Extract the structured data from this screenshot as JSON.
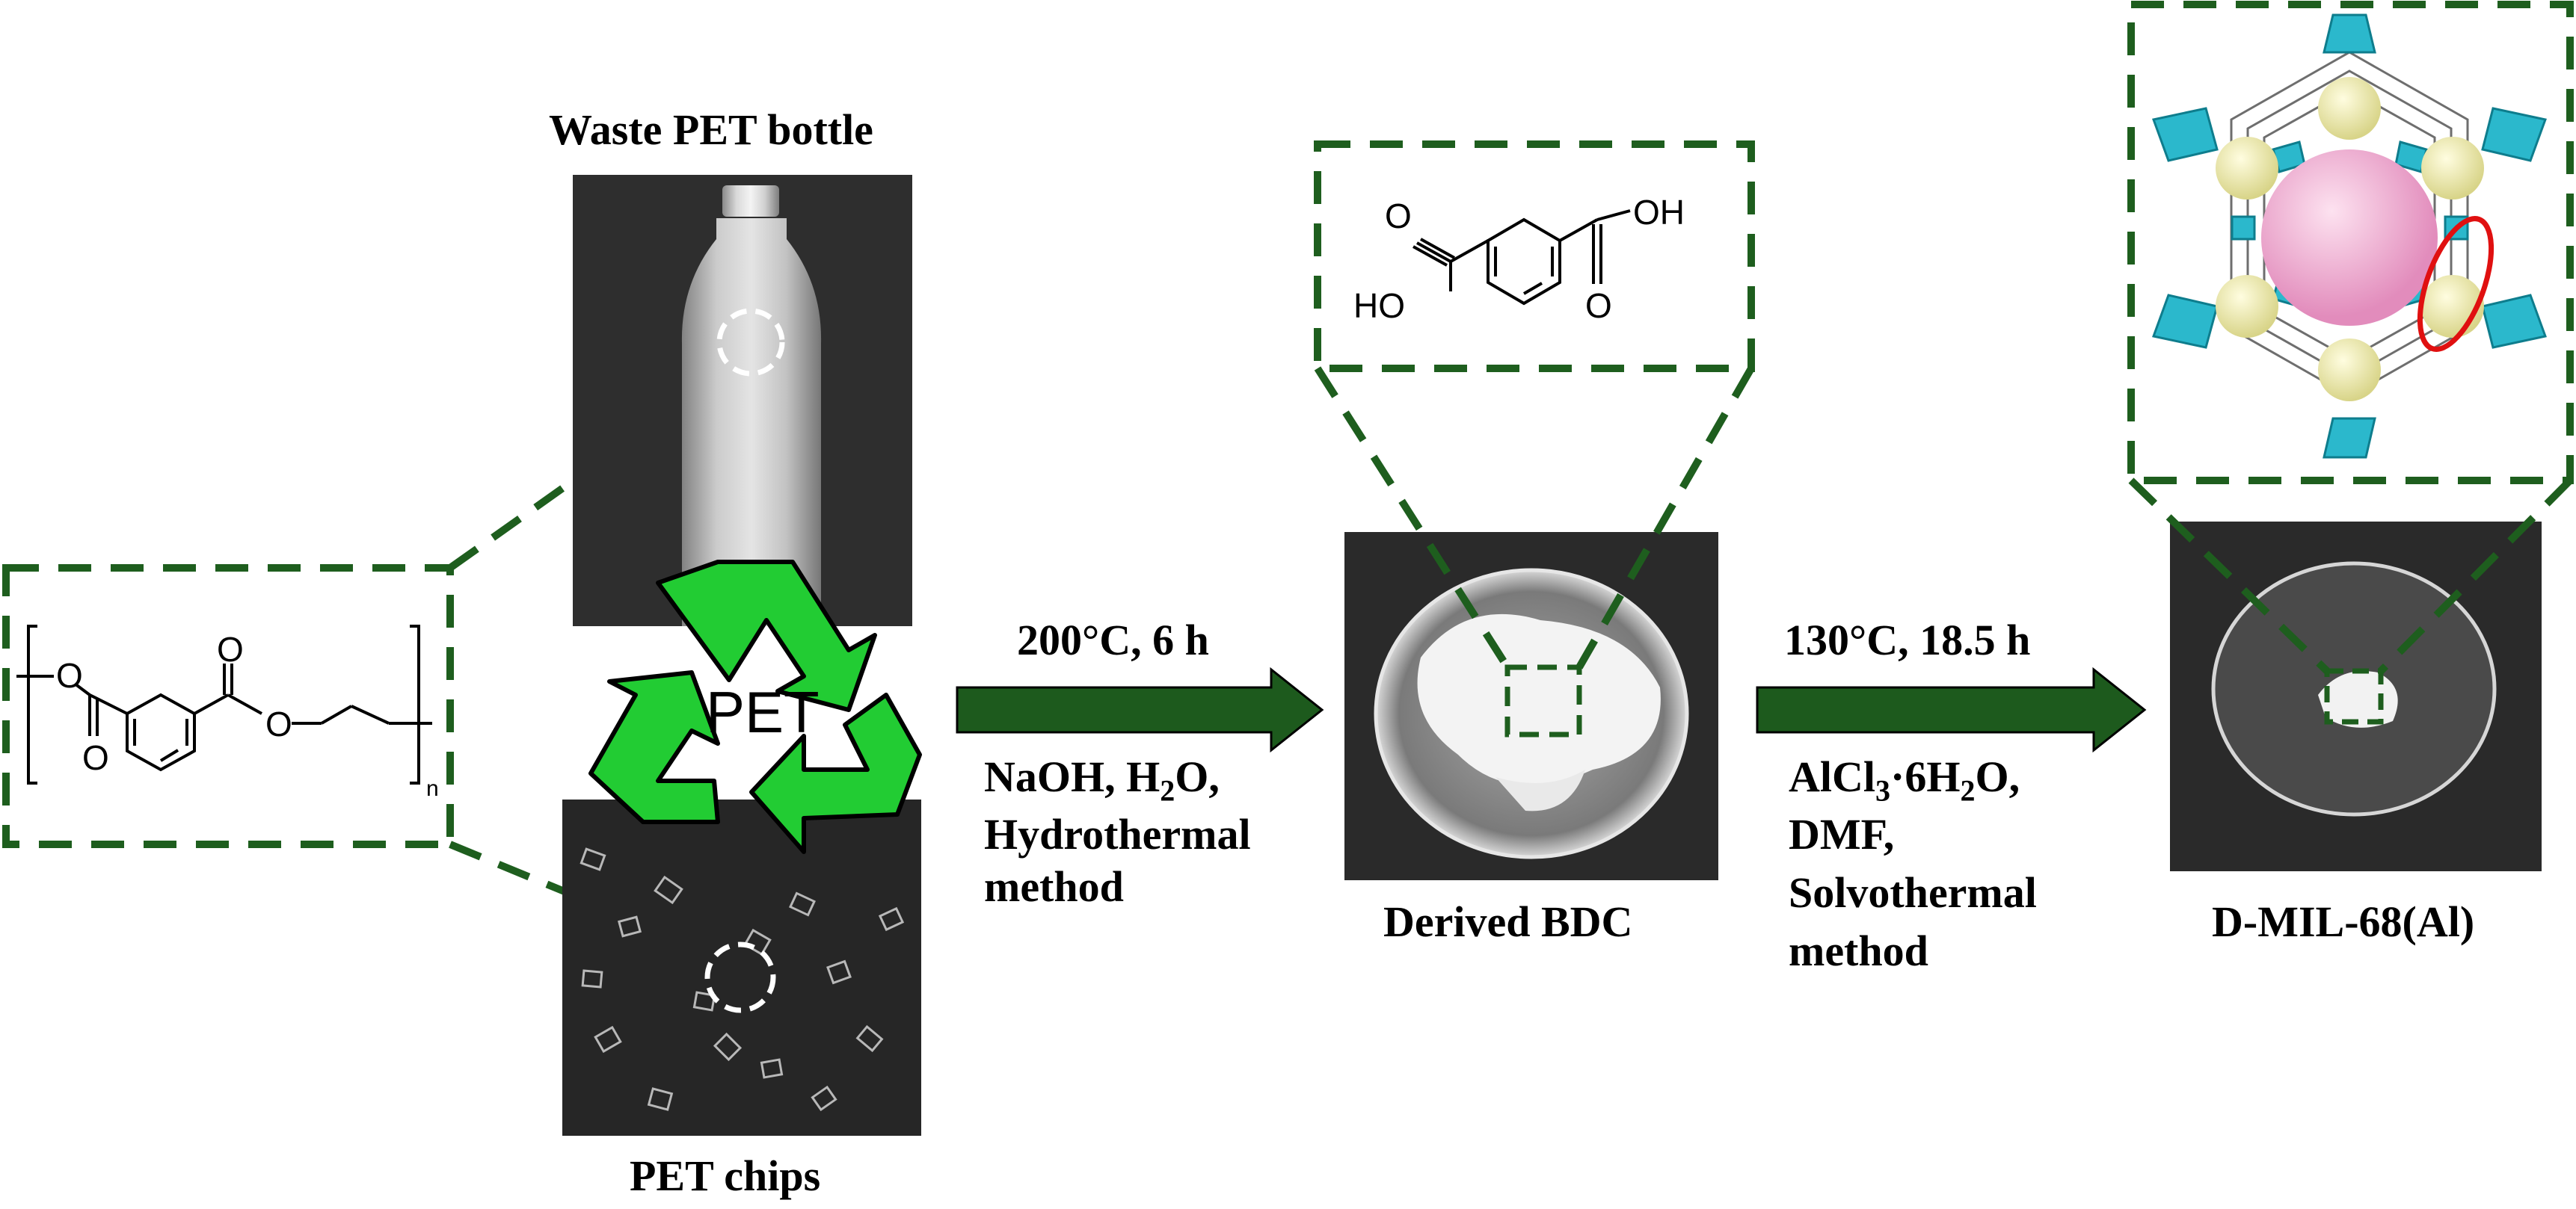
{
  "captions": {
    "waste_bottle": "Waste PET bottle",
    "pet_chips": "PET chips",
    "derived_bdc": "Derived BDC",
    "product": "D-MIL-68(Al)"
  },
  "recycle_symbol": {
    "label": "PET",
    "color": "#22cc33",
    "icon": "recycle-icon"
  },
  "step1": {
    "top": "200°C, 6 h",
    "line1_a": "NaOH, H",
    "line1_sub": "2",
    "line1_b": "O,",
    "line2": "Hydrothermal",
    "line3": "method"
  },
  "step2": {
    "top": "130°C, 18.5 h",
    "line1_a": "AlCl",
    "line1_sub1": "3",
    "line1_b": "·6H",
    "line1_sub2": "2",
    "line1_c": "O,",
    "line2": "DMF,",
    "line3": "Solvothermal",
    "line4": "method"
  },
  "pet_structure": {
    "atoms": [
      "O",
      "O",
      "O",
      "O"
    ],
    "repeat": "n"
  },
  "bdc_structure": {
    "atoms": [
      "O",
      "OH",
      "HO",
      "O"
    ]
  },
  "colors": {
    "dashed_frame": "#1e5e1e",
    "arrow": "#1d5a1d",
    "photo_dark": "#2a2a2a",
    "mof_framework": "#2bb8cc",
    "mof_pore": "#f0b6d6",
    "mof_guest": "#f1efa6",
    "highlight_ellipse": "#e01010"
  }
}
